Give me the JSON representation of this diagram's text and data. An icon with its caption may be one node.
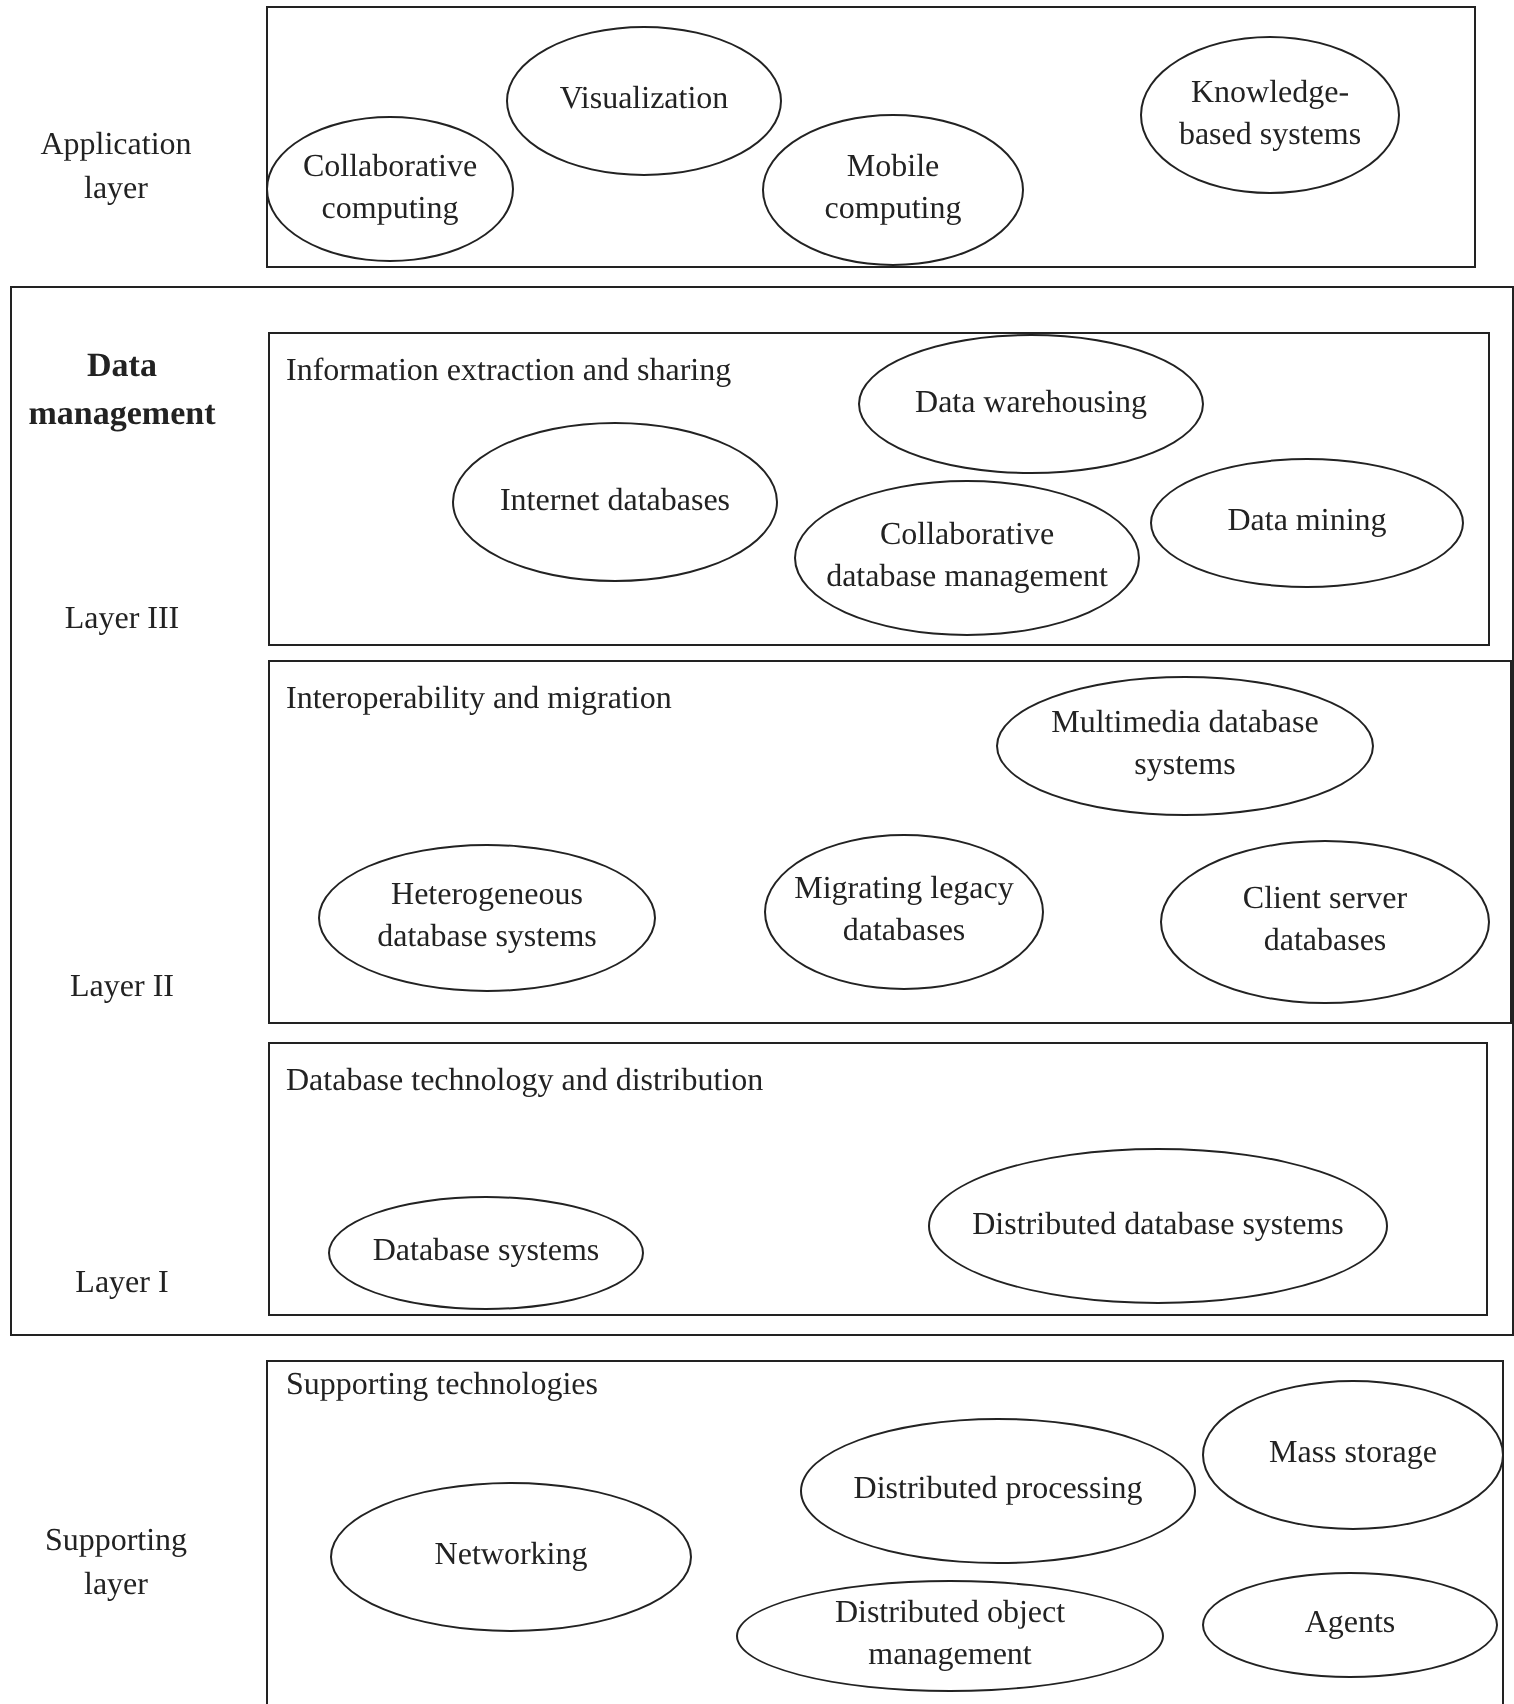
{
  "diagram": {
    "nodes": [
      {
        "text": [
          "Application layer"
        ]
      },
      {
        "text": [
          "Collaborative computing"
        ],
        "in": 0
      },
      {
        "text": [
          "Visualization"
        ],
        "in": 0
      },
      {
        "text": [
          "Mobile computing"
        ],
        "in": 0
      },
      {
        "text": [
          "Knowledge-based systems"
        ],
        "in": 0
      },
      {
        "text": [
          "Data management"
        ]
      },
      {
        "text": [
          "Information extraction and sharing"
        ],
        "in": 5,
        "beside": [
          "Layer III"
        ]
      },
      {
        "text": [
          "Data warehousing"
        ],
        "in": 6
      },
      {
        "text": [
          "Internet databases"
        ],
        "in": 6
      },
      {
        "text": [
          "Collaborative database management"
        ],
        "in": 6
      },
      {
        "text": [
          "Data mining"
        ],
        "in": 6
      },
      {
        "text": [
          "Interoperability and migration"
        ],
        "in": 5,
        "beside": [
          "Layer II"
        ]
      },
      {
        "text": [
          "Multimedia database systems"
        ],
        "in": 11
      },
      {
        "text": [
          "Heterogeneous database systems"
        ],
        "in": 11
      },
      {
        "text": [
          "Migrating legacy databases"
        ],
        "in": 11
      },
      {
        "text": [
          "Client server databases"
        ],
        "in": 11
      },
      {
        "text": [
          "Database technology and distribution"
        ],
        "in": 5,
        "beside": [
          "Layer I"
        ]
      },
      {
        "text": [
          "Database systems"
        ],
        "in": 16
      },
      {
        "text": [
          "Distributed database systems"
        ],
        "in": 16
      },
      {
        "text": [
          "Supporting layer",
          "Supporting technologies"
        ]
      },
      {
        "text": [
          "Distributed processing"
        ],
        "in": 19
      },
      {
        "text": [
          "Mass storage"
        ],
        "in": 19
      },
      {
        "text": [
          "Networking"
        ],
        "in": 19
      },
      {
        "text": [
          "Distributed object management"
        ],
        "in": 19
      },
      {
        "text": [
          "Agents"
        ],
        "in": 19
      }
    ],
    "edges": []
  }
}
